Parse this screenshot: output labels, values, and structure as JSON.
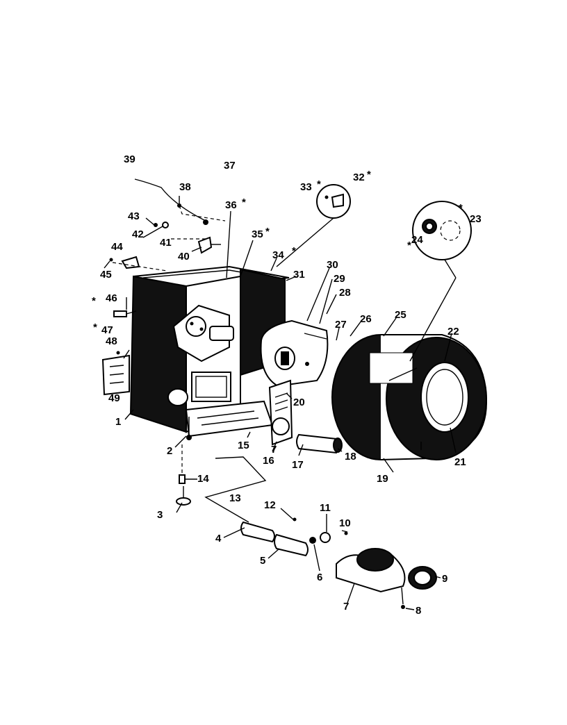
{
  "callouts": {
    "n1": "1",
    "n2": "2",
    "n3": "3",
    "n4": "4",
    "n5": "5",
    "n6": "6",
    "n7a": "7",
    "n7b": "7",
    "n8": "8",
    "n9": "9",
    "n10": "10",
    "n11": "11",
    "n12": "12",
    "n13": "13",
    "n14": "14",
    "n15": "15",
    "n16": "16",
    "n17": "17",
    "n18": "18",
    "n19": "19",
    "n20": "20",
    "n21": "21",
    "n22": "22",
    "n23": "23",
    "n24": "24",
    "n25": "25",
    "n26": "26",
    "n27": "27",
    "n28": "28",
    "n29": "29",
    "n30": "30",
    "n31": "31",
    "n32": "32",
    "n33": "33",
    "n34": "34",
    "n35": "35",
    "n36": "36",
    "n37": "37",
    "n38": "38",
    "n39": "39",
    "n40": "40",
    "n41": "41",
    "n42": "42",
    "n43": "43",
    "n44": "44",
    "n45": "45",
    "n46": "46",
    "n47": "47",
    "n48": "48",
    "n49": "49"
  },
  "asterisk": "*"
}
